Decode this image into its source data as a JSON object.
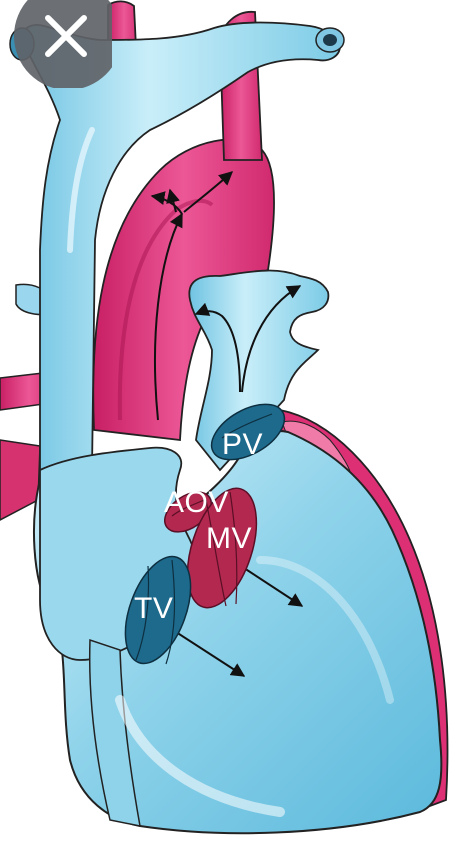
{
  "labels": {
    "pv": "PV",
    "aov": "AOV",
    "mv": "MV",
    "tv": "TV"
  },
  "icons": {
    "close": "close-icon"
  },
  "colors": {
    "venous_blue": "#8fd3ea",
    "venous_blue_light": "#bfe8f6",
    "arterial_pink": "#e0357b",
    "valve_dark_blue": "#1e6a8c",
    "valve_crimson": "#b3284f",
    "outline": "#1a1a1a",
    "close_button_bg": "#5f6368"
  }
}
